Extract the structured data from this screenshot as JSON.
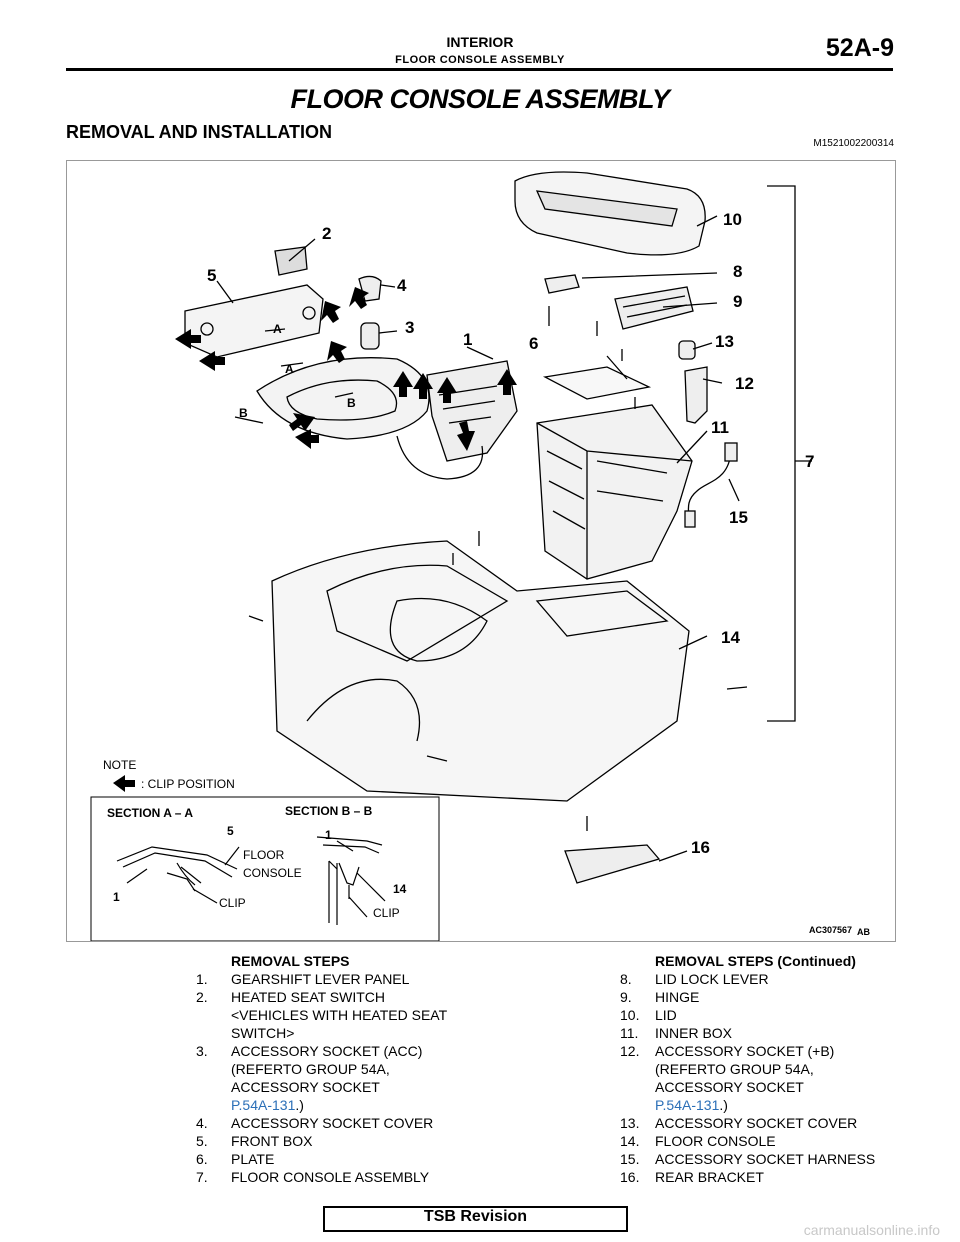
{
  "header": {
    "chapter": "INTERIOR",
    "section": "FLOOR CONSOLE ASSEMBLY",
    "page": "52A-9"
  },
  "title": "FLOOR CONSOLE ASSEMBLY",
  "subtitle": "REMOVAL AND INSTALLATION",
  "ref_code": "M1521002200314",
  "diagram": {
    "callouts": [
      "1",
      "2",
      "3",
      "4",
      "5",
      "6",
      "7",
      "8",
      "9",
      "10",
      "11",
      "12",
      "13",
      "14",
      "15",
      "16"
    ],
    "section_marks": [
      "A",
      "A",
      "B",
      "B"
    ],
    "note_label": "NOTE",
    "note_text": ": CLIP POSITION",
    "section_a_title": "SECTION A – A",
    "section_b_title": "SECTION B – B",
    "section_a_labels": [
      "5",
      "FLOOR",
      "CONSOLE",
      "1",
      "CLIP"
    ],
    "section_b_labels": [
      "1",
      "14",
      "CLIP"
    ],
    "figure_code": "AC307567",
    "figure_suffix": "AB"
  },
  "removal_steps": {
    "heading": "REMOVAL STEPS",
    "items": [
      {
        "num": "1.",
        "text": "GEARSHIFT LEVER PANEL"
      },
      {
        "num": "2.",
        "text": "HEATED SEAT SWITCH"
      },
      {
        "num": "",
        "text": "<VEHICLES WITH HEATED SEAT"
      },
      {
        "num": "",
        "text": "SWITCH>"
      },
      {
        "num": "3.",
        "text": "ACCESSORY SOCKET (ACC)"
      },
      {
        "num": "",
        "text": "(REFERTO GROUP 54A,"
      },
      {
        "num": "",
        "text": "ACCESSORY SOCKET"
      },
      {
        "num": "",
        "text": "P.54A-131",
        "link": true,
        "suffix": ".)"
      },
      {
        "num": "4.",
        "text": "ACCESSORY SOCKET COVER"
      },
      {
        "num": "5.",
        "text": "FRONT BOX"
      },
      {
        "num": "6.",
        "text": "PLATE"
      },
      {
        "num": "7.",
        "text": "FLOOR CONSOLE ASSEMBLY"
      }
    ]
  },
  "removal_steps_continued": {
    "heading": "REMOVAL STEPS (Continued)",
    "items": [
      {
        "num": "8.",
        "text": "LID LOCK LEVER"
      },
      {
        "num": "9.",
        "text": "HINGE"
      },
      {
        "num": "10.",
        "text": "LID"
      },
      {
        "num": "11.",
        "text": "INNER BOX"
      },
      {
        "num": "12.",
        "text": "ACCESSORY SOCKET (+B)"
      },
      {
        "num": "",
        "text": "(REFERTO GROUP 54A,"
      },
      {
        "num": "",
        "text": "ACCESSORY SOCKET"
      },
      {
        "num": "",
        "text": "P.54A-131",
        "link": true,
        "suffix": ".)"
      },
      {
        "num": "13.",
        "text": "ACCESSORY SOCKET COVER"
      },
      {
        "num": "14.",
        "text": "FLOOR CONSOLE"
      },
      {
        "num": "15.",
        "text": "ACCESSORY SOCKET HARNESS"
      },
      {
        "num": "16.",
        "text": "REAR BRACKET"
      }
    ]
  },
  "footer": {
    "revision": "TSB Revision",
    "watermark": "carmanualsonline.info"
  }
}
